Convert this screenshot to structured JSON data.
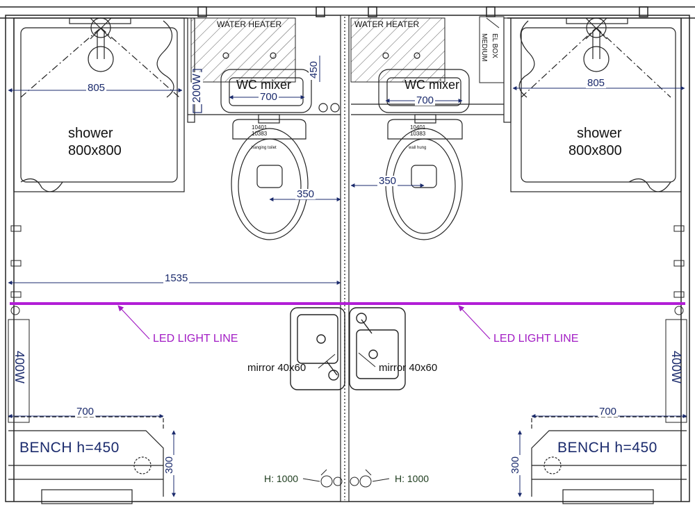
{
  "labels": {
    "water_heater_left": "WATER  HEATER",
    "water_heater_right": "WATER  HEATER",
    "el_box": "EL BOX",
    "el_box_size": "MEDIUM",
    "shower_left": "shower",
    "shower_left_size": "800x800",
    "shower_right": "shower",
    "shower_right_size": "800x800",
    "wc_mixer_left": "WC mixer",
    "wc_mixer_right": "WC mixer",
    "led_left": "LED LIGHT LINE",
    "led_right": "LED LIGHT LINE",
    "mirror_left": "mirror 40x60",
    "mirror_right": "mirror 40x60",
    "bench_left": "BENCH  h=450",
    "bench_right": "BENCH  h=450",
    "heater_left": "400W",
    "heater_right": "400W",
    "heater_top": "200W",
    "height_left": "H: 1000",
    "height_right": "H: 1000",
    "code1_left": "10401",
    "code2_left": "10383",
    "code1_right": "10401",
    "code2_right": "10383",
    "toilet_note_left": "hanging toilet",
    "toilet_note_right": "wall hung"
  },
  "dimensions": {
    "shower_width_left": "805",
    "shower_width_right": "805",
    "sink_width_left": "700",
    "sink_width_right": "700",
    "wc_offset_left": "350",
    "wc_offset_right": "350",
    "wall_length": "1535",
    "bench_length_left": "700",
    "bench_length_right": "700",
    "bench_depth_left": "300",
    "bench_depth_right": "300",
    "heater_depth": "450"
  },
  "colors": {
    "led_line": "#b21ed6",
    "dimension": "#1a2a6c",
    "drawing": "#222222"
  }
}
